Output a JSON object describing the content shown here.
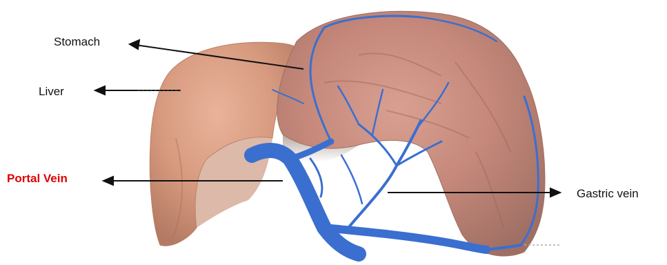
{
  "labels": {
    "stomach": "Stomach",
    "liver": "Liver",
    "portal_vein": "Portal Vein",
    "gastric_vein": "Gastric vein"
  },
  "colors": {
    "portal_vein_label": "#e00000",
    "vein_blue": "#3a6fd0",
    "liver_tone": "#d9967a",
    "stomach_tone": "#c98f7d"
  },
  "icons": {
    "arrow": "arrow-left-icon"
  }
}
